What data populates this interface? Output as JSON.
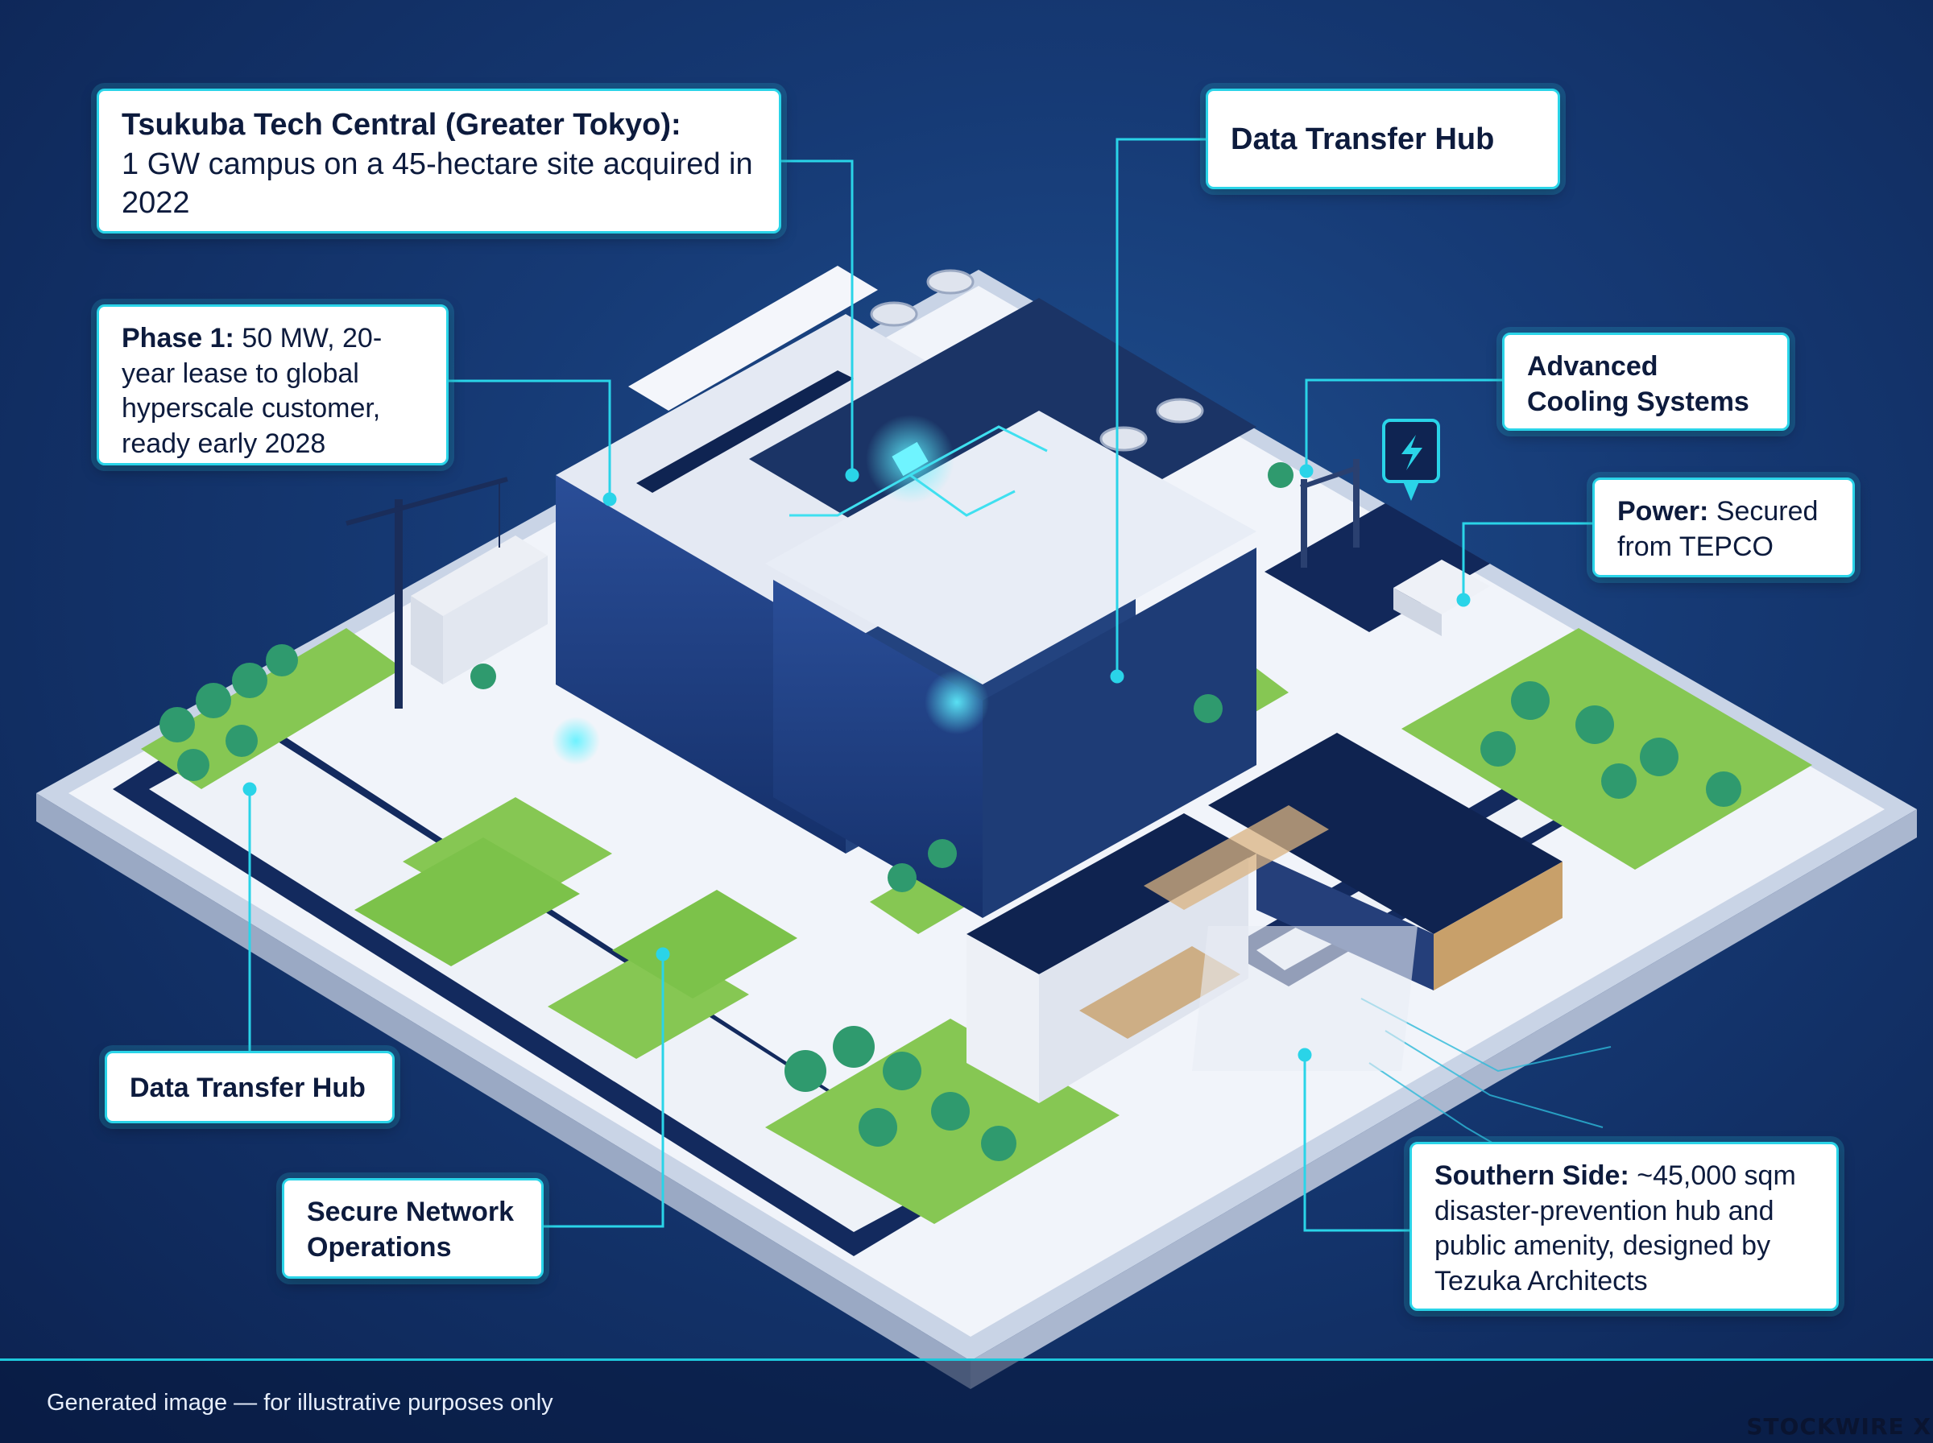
{
  "callouts": {
    "tsukuba": {
      "title": "Tsukuba Tech Central (Greater Tokyo):",
      "body": "1 GW campus on a 45-hectare site acquired in 2022"
    },
    "data_hub_top": {
      "label": "Data Transfer Hub"
    },
    "phase1": {
      "title": "Phase 1:",
      "body": "50 MW, 20-year lease to global hyperscale customer, ready early 2028"
    },
    "cooling": {
      "label": "Advanced Cooling Systems"
    },
    "power": {
      "title": "Power:",
      "body": "Secured from TEPCO"
    },
    "data_hub_bottom": {
      "label": "Data Transfer Hub"
    },
    "secure": {
      "label": "Secure Network Operations"
    },
    "southern": {
      "title": "Southern Side:",
      "body": "~45,000 sqm disaster-prevention hub and public amenity, designed by Tezuka Architects"
    }
  },
  "caption": "Generated image — for illustrative purposes only",
  "brand": "STOCKWIRE X",
  "colors": {
    "accent": "#2ad4e8",
    "background": "#163a75",
    "building": "#1d3a78",
    "grass": "#7cc24a",
    "tree": "#2f9a6e"
  },
  "icons": {
    "power_pin": "lightning-bolt-icon"
  }
}
